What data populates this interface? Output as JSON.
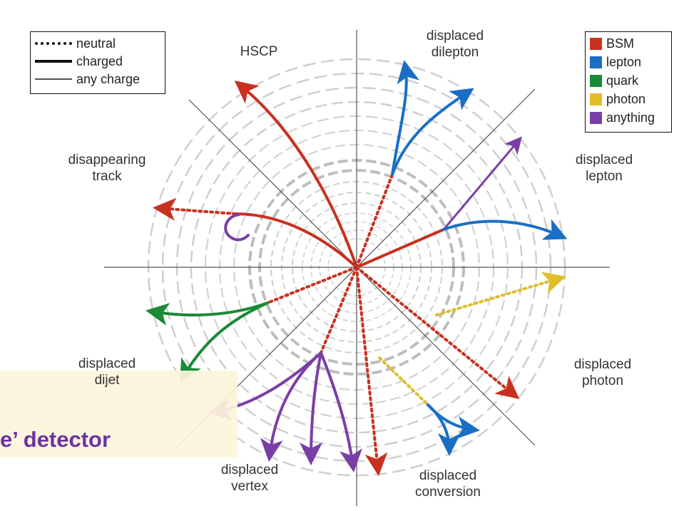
{
  "colors": {
    "BSM": "#c8311f",
    "lepton": "#1a6fc4",
    "quark": "#1b8a36",
    "photon": "#e1bd2a",
    "anything": "#7a3fa6",
    "banner_text": "#7030a0"
  },
  "line_style_legend": [
    {
      "label": "neutral",
      "style": "dotted"
    },
    {
      "label": "charged",
      "style": "solid"
    },
    {
      "label": "any charge",
      "style": "thin"
    }
  ],
  "color_legend": [
    {
      "label": "BSM",
      "key": "BSM"
    },
    {
      "label": "lepton",
      "key": "lepton"
    },
    {
      "label": "quark",
      "key": "quark"
    },
    {
      "label": "photon",
      "key": "photon"
    },
    {
      "label": "anything",
      "key": "anything"
    }
  ],
  "signatures": {
    "hscp": [
      "HSCP"
    ],
    "displaced_dilepton": [
      "displaced",
      "dilepton"
    ],
    "disappearing_track": [
      "disappearing",
      "track"
    ],
    "displaced_lepton": [
      "displaced",
      "lepton"
    ],
    "displaced_dijet": [
      "displaced",
      "dijet"
    ],
    "displaced_photon": [
      "displaced",
      "photon"
    ],
    "displaced_vertex": [
      "displaced",
      "vertex"
    ],
    "displaced_conversion": [
      "displaced",
      "conversion"
    ]
  },
  "banner": {
    "text": "e’ detector"
  }
}
